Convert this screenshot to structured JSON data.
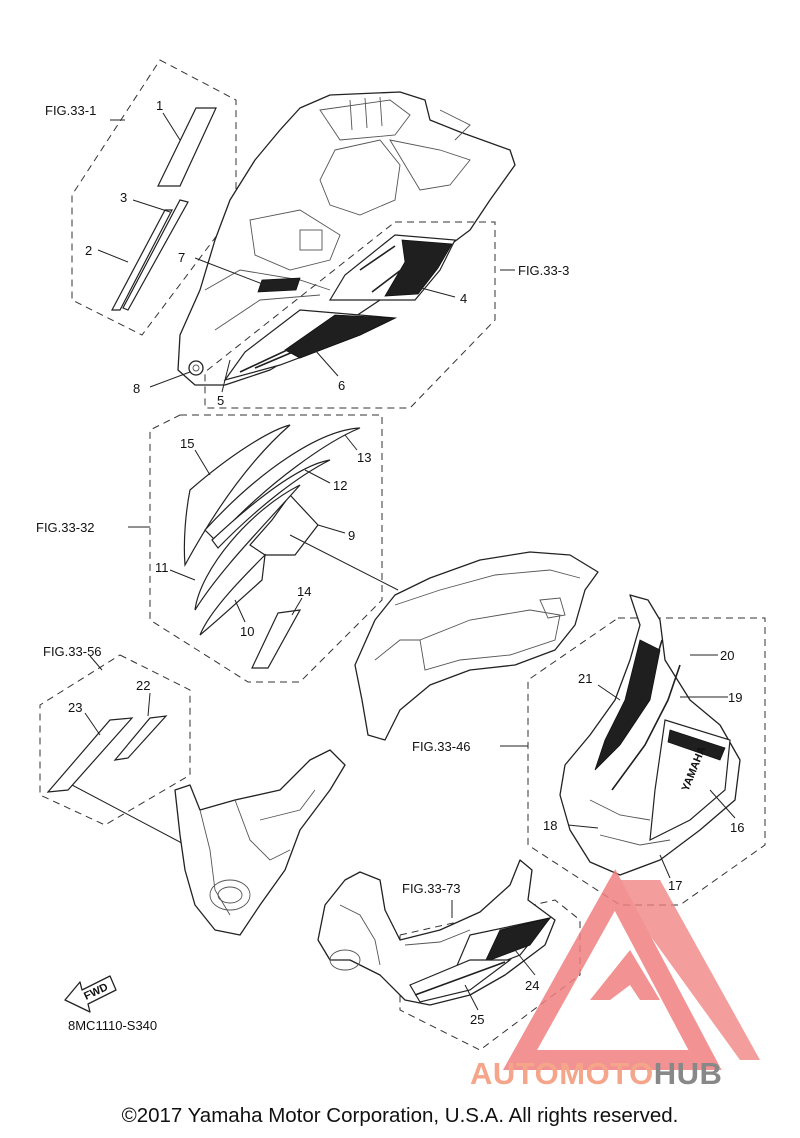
{
  "figure_refs": {
    "fig_33_1": "FIG.33-1",
    "fig_33_3": "FIG.33-3",
    "fig_33_32": "FIG.33-32",
    "fig_33_56": "FIG.33-56",
    "fig_33_46": "FIG.33-46",
    "fig_33_73": "FIG.33-73"
  },
  "callouts": {
    "c1": "1",
    "c2": "2",
    "c3": "3",
    "c4": "4",
    "c5": "5",
    "c6": "6",
    "c7": "7",
    "c8": "8",
    "c9": "9",
    "c10": "10",
    "c11": "11",
    "c12": "12",
    "c13": "13",
    "c14": "14",
    "c15": "15",
    "c16": "16",
    "c17": "17",
    "c18": "18",
    "c19": "19",
    "c20": "20",
    "c21": "21",
    "c22": "22",
    "c23": "23",
    "c24": "24",
    "c25": "25"
  },
  "fwd_label": "FWD",
  "diagram_code": "8MC1110-S340",
  "decal_texts": {
    "yamaha": "YAMAHA"
  },
  "watermark": {
    "part1": "AUTOMOTO",
    "part2": "HUB",
    "color_primary": "#f4a58a",
    "color_secondary": "#888888",
    "mark_color": "#f08080"
  },
  "copyright": "©2017 Yamaha Motor Corporation, U.S.A. All rights reserved."
}
